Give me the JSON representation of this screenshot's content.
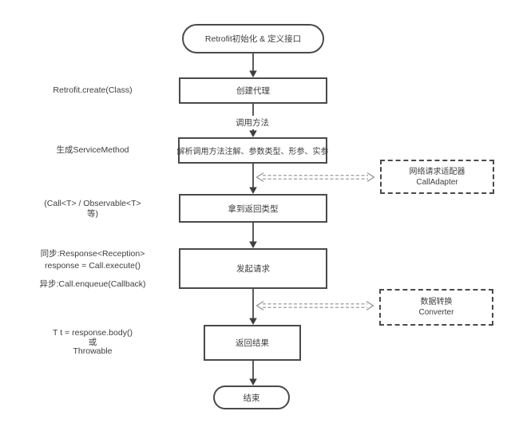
{
  "diagram": {
    "nodes": {
      "start": "Retrofit初始化 & 定义接口",
      "create_proxy": "创建代理",
      "parse_method": "解析调用方法注解、参数类型、形参、实参",
      "get_return_type": "拿到返回类型",
      "send_request": "发起请求",
      "return_result": "返回结果",
      "end": "结束"
    },
    "edge_labels": {
      "invoke_method": "调用方法"
    },
    "side_labels": {
      "create_proxy": "Retrofit.create(Class)",
      "service_method": "生成ServiceMethod",
      "return_type": {
        "line1": "(Call<T> / Observable<T>",
        "line2": "等)"
      },
      "request_sync": {
        "line1": "同步:Response<Reception>",
        "line2": "response = Call.execute()"
      },
      "request_async": "异步:Call.enqueue(Callback)",
      "result": {
        "line1": "T t = response.body()",
        "line2": "或",
        "line3": "Throwable"
      }
    },
    "adapter_boxes": {
      "call_adapter": {
        "line1": "网络请求适配器",
        "line2": "CallAdapter"
      },
      "converter": {
        "line1": "数据转换",
        "line2": "Converter"
      }
    },
    "colors": {
      "border": "#4a4a4a",
      "text": "#3e3e3e",
      "connector_dashed": "#909090",
      "background": "#ffffff"
    }
  }
}
